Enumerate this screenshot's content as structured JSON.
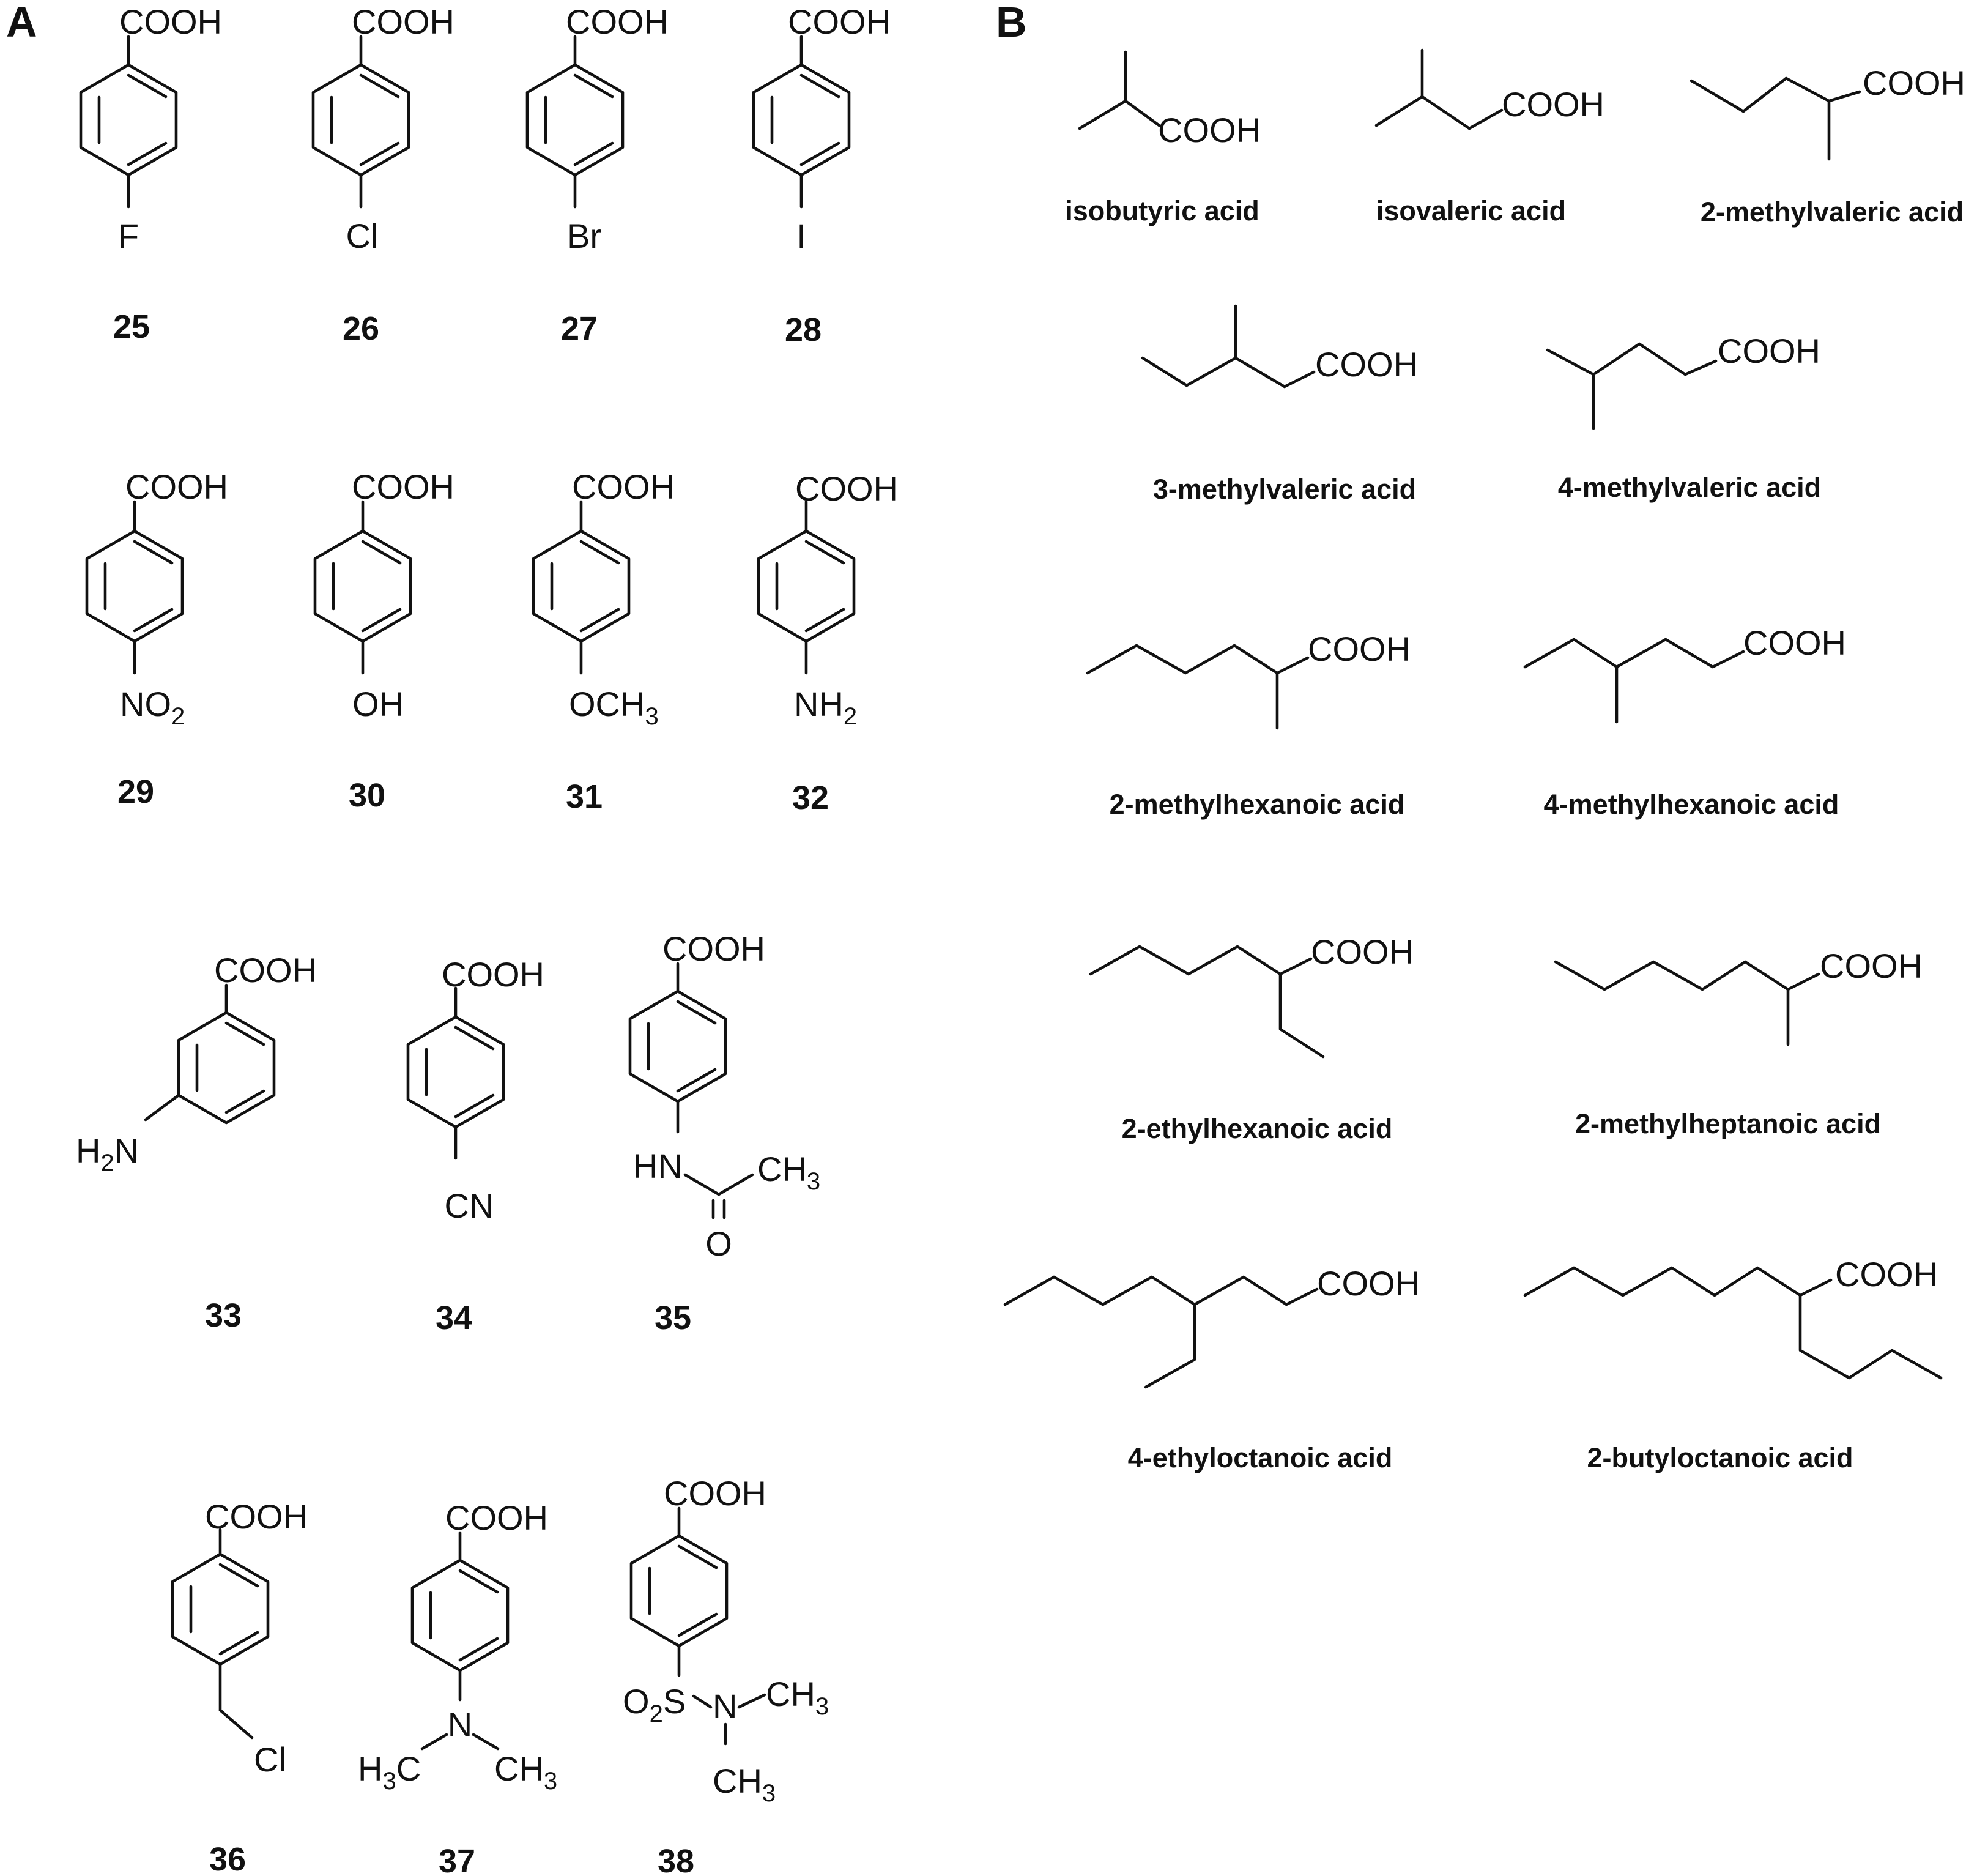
{
  "panels": {
    "a": "A",
    "b": "B"
  },
  "panelA": {
    "c25": {
      "top": "COOH",
      "sub": "F",
      "num": "25"
    },
    "c26": {
      "top": "COOH",
      "sub": "Cl",
      "num": "26"
    },
    "c27": {
      "top": "COOH",
      "sub": "Br",
      "num": "27"
    },
    "c28": {
      "top": "COOH",
      "sub": "I",
      "num": "28"
    },
    "c29": {
      "top": "COOH",
      "sub_main": "NO",
      "sub_index": "2",
      "num": "29"
    },
    "c30": {
      "top": "COOH",
      "sub": "OH",
      "num": "30"
    },
    "c31": {
      "top": "COOH",
      "sub_main": "OCH",
      "sub_index": "3",
      "num": "31"
    },
    "c32": {
      "top": "COOH",
      "sub_main": "NH",
      "sub_index": "2",
      "num": "32"
    },
    "c33": {
      "top": "COOH",
      "sub_pre": "H",
      "sub_index": "2",
      "sub_post": "N",
      "num": "33"
    },
    "c34": {
      "top": "COOH",
      "sub": "CN",
      "num": "34"
    },
    "c35": {
      "top": "COOH",
      "hn": "HN",
      "ch": "CH",
      "ch_index": "3",
      "o": "O",
      "num": "35"
    },
    "c36": {
      "top": "COOH",
      "cl": "Cl",
      "num": "36"
    },
    "c37": {
      "top": "COOH",
      "n": "N",
      "left_h": "H",
      "left_index": "3",
      "left_c": "C",
      "right_ch": "CH",
      "right_index": "3",
      "num": "37"
    },
    "c38": {
      "top": "COOH",
      "o": "O",
      "o_index": "2",
      "s": "S",
      "n": "N",
      "ch_a": "CH",
      "ch_a_index": "3",
      "ch_b": "CH",
      "ch_b_index": "3",
      "num": "38"
    }
  },
  "panelB": {
    "isobutyric": {
      "acid": "COOH",
      "name": "isobutyric acid"
    },
    "isovaleric": {
      "acid": "COOH",
      "name": "isovaleric acid"
    },
    "methylvaleric2": {
      "acid": "COOH",
      "name": "2-methylvaleric acid"
    },
    "methylvaleric3": {
      "acid": "COOH",
      "name": "3-methylvaleric acid"
    },
    "methylvaleric4": {
      "acid": "COOH",
      "name": "4-methylvaleric acid"
    },
    "methylhexanoic2": {
      "acid": "COOH",
      "name": "2-methylhexanoic acid"
    },
    "methylhexanoic4": {
      "acid": "COOH",
      "name": "4-methylhexanoic acid"
    },
    "ethylhexanoic2": {
      "acid": "COOH",
      "name": "2-ethylhexanoic acid"
    },
    "methylheptanoic2": {
      "acid": "COOH",
      "name": "2-methylheptanoic acid"
    },
    "ethyloctanoic4": {
      "acid": "COOH",
      "name": "4-ethyloctanoic acid"
    },
    "butyloctanoic2": {
      "acid": "COOH",
      "name": "2-butyloctanoic acid"
    }
  }
}
